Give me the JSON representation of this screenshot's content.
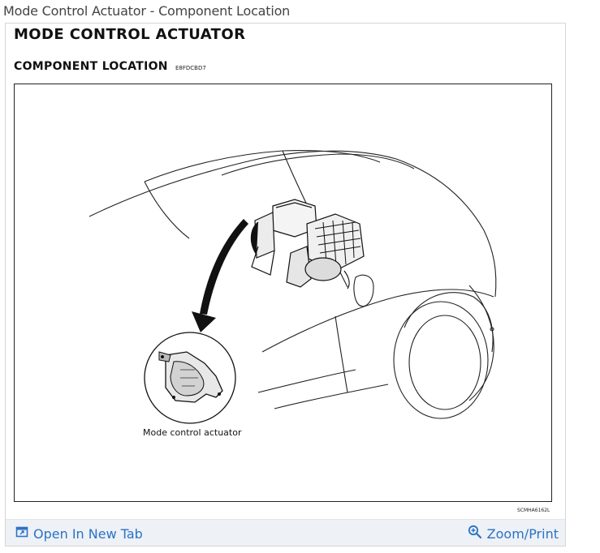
{
  "caption": "Mode Control Actuator - Component Location",
  "document": {
    "title": "MODE CONTROL ACTUATOR",
    "subtitle": "COMPONENT LOCATION",
    "section_code": "E8FDCBD7"
  },
  "figure": {
    "callout_label": "Mode control actuator",
    "figure_code": "SCMHA6162L"
  },
  "toolbar": {
    "open_label": "Open In New Tab",
    "open_icon": "open-in-new-tab-icon",
    "zoom_label": "Zoom/Print",
    "zoom_icon": "zoom-in-icon",
    "link_color": "#2b72c6"
  }
}
